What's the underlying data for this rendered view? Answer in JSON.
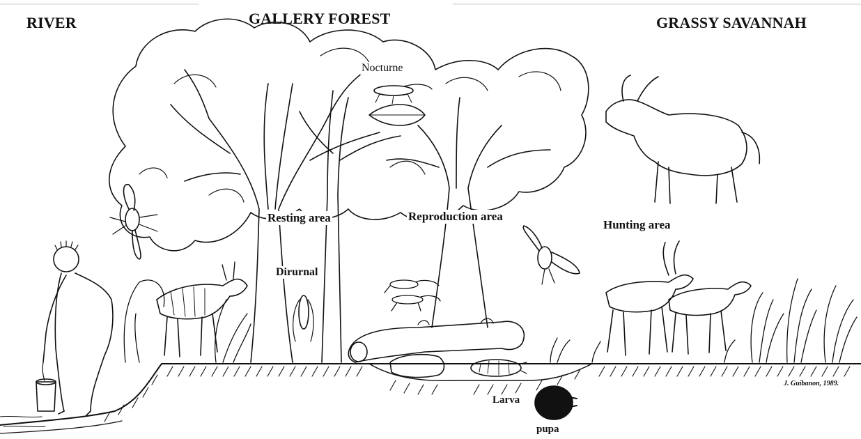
{
  "zones": {
    "river": "RIVER",
    "gallery_forest": "GALLERY FOREST",
    "grassy_savannah": "GRASSY SAVANNAH"
  },
  "areas": {
    "resting": "Resting area",
    "reproduction": "Reproduction area",
    "hunting": "Hunting area"
  },
  "activity": {
    "nocturne": "Nocturne",
    "dirurnal": "Dirurnal"
  },
  "stages": {
    "larva": "Larva",
    "pupa": "pupa"
  },
  "signature": "J. Guibanon, 1989."
}
